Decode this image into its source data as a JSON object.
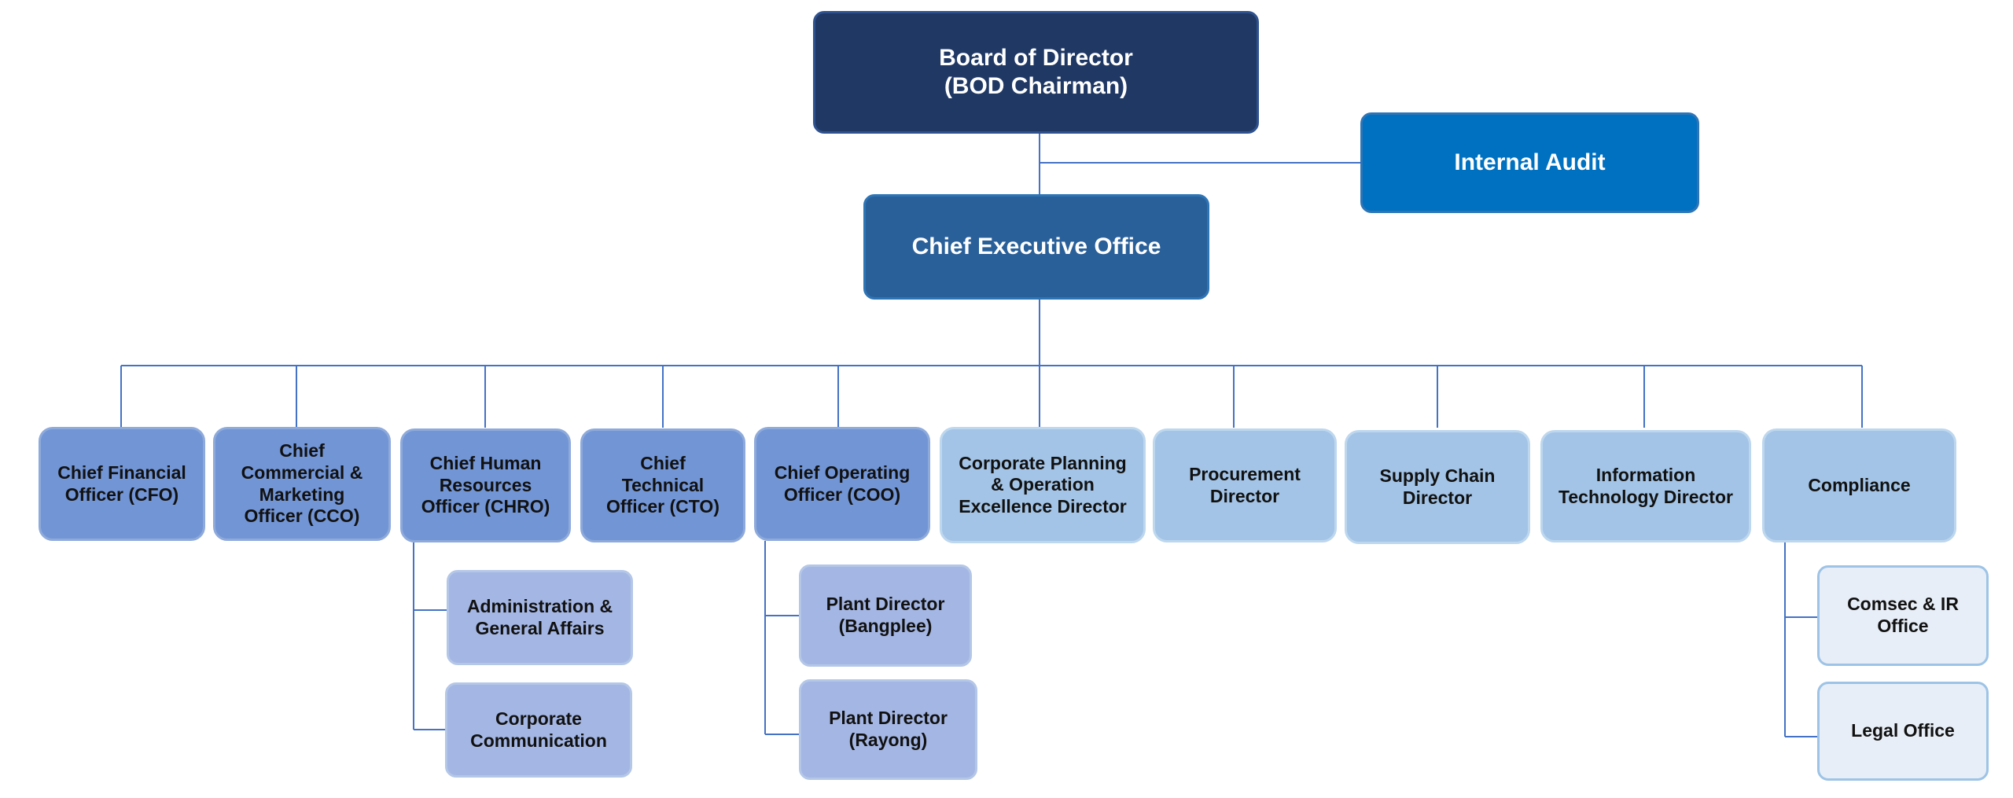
{
  "board": {
    "label": "Board of Director\n(BOD Chairman)"
  },
  "internal_audit": {
    "label": "Internal Audit"
  },
  "ceo": {
    "label": "Chief Executive Office"
  },
  "officers": [
    {
      "label": "Chief Financial\nOfficer (CFO)"
    },
    {
      "label": "Chief\nCommercial &\nMarketing\nOfficer (CCO)"
    },
    {
      "label": "Chief Human\nResources\nOfficer (CHRO)"
    },
    {
      "label": "Chief\nTechnical\nOfficer (CTO)"
    },
    {
      "label": "Chief Operating\nOfficer (COO)"
    },
    {
      "label": "Corporate Planning\n& Operation\nExcellence Director"
    },
    {
      "label": "Procurement\nDirector"
    },
    {
      "label": "Supply Chain\nDirector"
    },
    {
      "label": "Information\nTechnology Director"
    },
    {
      "label": "Compliance"
    }
  ],
  "chro_units": [
    {
      "label": "Administration &\nGeneral Affairs"
    },
    {
      "label": "Corporate\nCommunication"
    }
  ],
  "coo_units": [
    {
      "label": "Plant Director\n(Bangplee)"
    },
    {
      "label": "Plant Director\n(Rayong)"
    }
  ],
  "compliance_units": [
    {
      "label": "Comsec & IR\nOffice"
    },
    {
      "label": "Legal Office"
    }
  ],
  "colors": {
    "board": "#203864",
    "internal_audit": "#0070c0",
    "ceo": "#2a6099",
    "officer_dark": "#7295d5",
    "officer_light": "#a3c4e6",
    "unit_blue": "#a4b6e3",
    "unit_pale": "#e8eef7",
    "connector": "#4472c4"
  }
}
